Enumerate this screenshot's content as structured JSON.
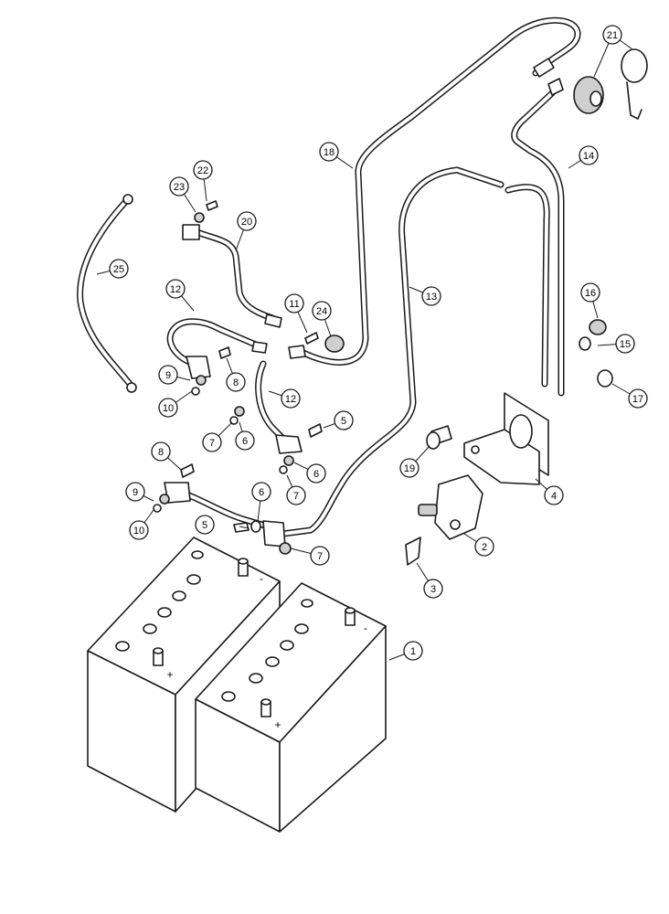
{
  "callouts": [
    {
      "id": "c1",
      "label": "1"
    },
    {
      "id": "c2",
      "label": "2"
    },
    {
      "id": "c3",
      "label": "3"
    },
    {
      "id": "c4",
      "label": "4"
    },
    {
      "id": "c5a",
      "label": "5"
    },
    {
      "id": "c5b",
      "label": "5"
    },
    {
      "id": "c6a",
      "label": "6"
    },
    {
      "id": "c6b",
      "label": "6"
    },
    {
      "id": "c6c",
      "label": "6"
    },
    {
      "id": "c7a",
      "label": "7"
    },
    {
      "id": "c7b",
      "label": "7"
    },
    {
      "id": "c7c",
      "label": "7"
    },
    {
      "id": "c8a",
      "label": "8"
    },
    {
      "id": "c8b",
      "label": "8"
    },
    {
      "id": "c9a",
      "label": "9"
    },
    {
      "id": "c9b",
      "label": "9"
    },
    {
      "id": "c10a",
      "label": "10"
    },
    {
      "id": "c10b",
      "label": "10"
    },
    {
      "id": "c11",
      "label": "11"
    },
    {
      "id": "c12a",
      "label": "12"
    },
    {
      "id": "c12b",
      "label": "12"
    },
    {
      "id": "c13",
      "label": "13"
    },
    {
      "id": "c14",
      "label": "14"
    },
    {
      "id": "c15",
      "label": "15"
    },
    {
      "id": "c16",
      "label": "16"
    },
    {
      "id": "c17",
      "label": "17"
    },
    {
      "id": "c18",
      "label": "18"
    },
    {
      "id": "c19",
      "label": "19"
    },
    {
      "id": "c20",
      "label": "20"
    },
    {
      "id": "c21",
      "label": "21"
    },
    {
      "id": "c22",
      "label": "22"
    },
    {
      "id": "c23",
      "label": "23"
    },
    {
      "id": "c24",
      "label": "24"
    },
    {
      "id": "c25",
      "label": "25"
    }
  ],
  "battery_markings": {
    "positive": "+",
    "negative": "-"
  }
}
